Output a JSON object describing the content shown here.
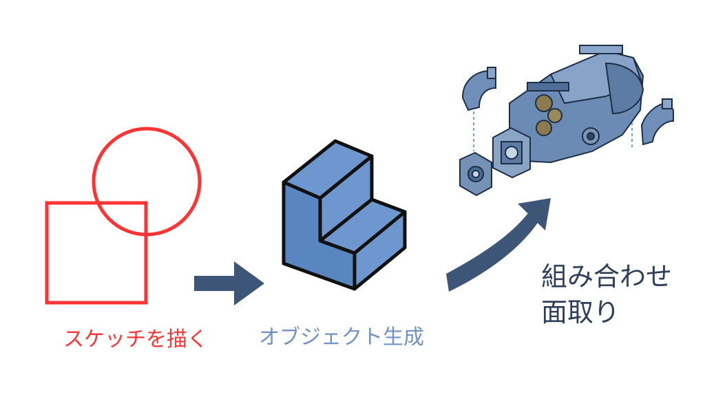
{
  "colors": {
    "sketch": "#ff3333",
    "object_face": "#6e97cf",
    "object_side": "#5a86c0",
    "object_stroke": "#111111",
    "arrow": "#3d5577",
    "object_label": "#6f92c2",
    "assembly_label": "#2f3f5a"
  },
  "labels": {
    "sketch": "スケッチを描く",
    "object": "オブジェクト生成",
    "assembly_line1": "組み合わせ",
    "assembly_line2": "面取り"
  },
  "icons": {
    "sketch": "circle-square-sketch-icon",
    "object": "l-shaped-block-icon",
    "assembly": "exploded-motor-assembly-icon"
  }
}
